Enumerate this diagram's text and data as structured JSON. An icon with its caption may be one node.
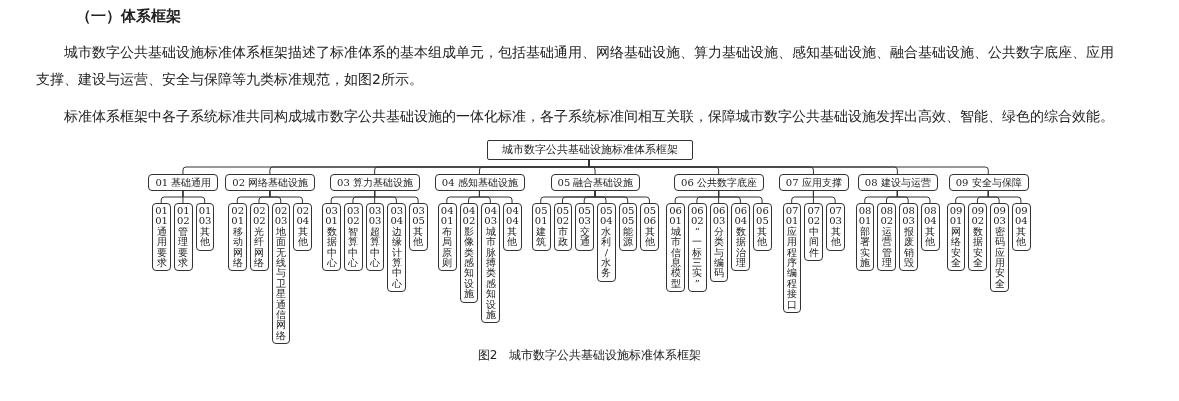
{
  "diagram": {
    "title": "（一）体系框架",
    "caption": "图2　城市数字公共基础设施标准体系框架",
    "labels": [
      "城市数字公共基础设施标准体系框架描述了标准体系的基本组成单元，包括基础通用、网络基础设施、算力基础设施、感知基础设施、融合基础设施、公共数字底座、应用支撑、建设与运营、安全与保障等九类标准规范，如图2所示。",
      "标准体系框架中各子系统标准共同构成城市数字公共基础设施的一体化标准，各子系统标准间相互关联，保障城市数字公共基础设施发挥出高效、智能、绿色的综合效能。"
    ],
    "nodes": [
      {
        "text": [
          "城市数字公共基础设施标准体系框架"
        ]
      },
      {
        "text": [
          "01 基础通用"
        ]
      },
      {
        "text": [
          "01 01 通用要求"
        ]
      },
      {
        "text": [
          "01 02 管理要求"
        ]
      },
      {
        "text": [
          "01 03 其他"
        ]
      },
      {
        "text": [
          "02 网络基础设施"
        ]
      },
      {
        "text": [
          "02 01 移动网络"
        ]
      },
      {
        "text": [
          "02 02 光纤网络"
        ]
      },
      {
        "text": [
          "02 03 地面无线与卫星通信网络"
        ]
      },
      {
        "text": [
          "02 04 其他"
        ]
      },
      {
        "text": [
          "03 算力基础设施"
        ]
      },
      {
        "text": [
          "03 01 数据中心"
        ]
      },
      {
        "text": [
          "03 02 智算中心"
        ]
      },
      {
        "text": [
          "03 03 超算中心"
        ]
      },
      {
        "text": [
          "03 04 边缘计算中心"
        ]
      },
      {
        "text": [
          "03 05 其他"
        ]
      },
      {
        "text": [
          "04 感知基础设施"
        ]
      },
      {
        "text": [
          "04 01 布局原则"
        ]
      },
      {
        "text": [
          "04 02 影像类感知设施"
        ]
      },
      {
        "text": [
          "04 03 城市脉搏类感知设施"
        ]
      },
      {
        "text": [
          "04 04 其他"
        ]
      },
      {
        "text": [
          "05 融合基础设施"
        ]
      },
      {
        "text": [
          "05 01 建筑"
        ]
      },
      {
        "text": [
          "05 02 市政"
        ]
      },
      {
        "text": [
          "05 03 交通"
        ]
      },
      {
        "text": [
          "05 04 水利/水务"
        ]
      },
      {
        "text": [
          "05 05 能源"
        ]
      },
      {
        "text": [
          "05 06 其他"
        ]
      },
      {
        "text": [
          "06 公共数字底座"
        ]
      },
      {
        "text": [
          "06 01 城市信息模型"
        ]
      },
      {
        "text": [
          "06 02 “一标三实”"
        ]
      },
      {
        "text": [
          "06 03 分类与编码"
        ]
      },
      {
        "text": [
          "06 04 数据治理"
        ]
      },
      {
        "text": [
          "06 05 其他"
        ]
      },
      {
        "text": [
          "07 应用支撑"
        ]
      },
      {
        "text": [
          "07 01 应用程序编程接口"
        ]
      },
      {
        "text": [
          "07 02 中间件"
        ]
      },
      {
        "text": [
          "07 03 其他"
        ]
      },
      {
        "text": [
          "08 建设与运营"
        ]
      },
      {
        "text": [
          "08 01 部署实施"
        ]
      },
      {
        "text": [
          "08 02 运营管理"
        ]
      },
      {
        "text": [
          "08 03 报废销毁"
        ]
      },
      {
        "text": [
          "08 04 其他"
        ]
      },
      {
        "text": [
          "09 安全与保障"
        ]
      },
      {
        "text": [
          "09 01 网络安全"
        ]
      },
      {
        "text": [
          "09 02 数据安全"
        ]
      },
      {
        "text": [
          "09 03 密码应用安全"
        ]
      },
      {
        "text": [
          "09 04 其他"
        ]
      }
    ],
    "edges": [
      {
        "from": 0,
        "to": 1,
        "arrow": "none"
      },
      {
        "from": 0,
        "to": 5,
        "arrow": "none"
      },
      {
        "from": 0,
        "to": 10,
        "arrow": "none"
      },
      {
        "from": 0,
        "to": 16,
        "arrow": "none"
      },
      {
        "from": 0,
        "to": 21,
        "arrow": "none"
      },
      {
        "from": 0,
        "to": 28,
        "arrow": "none"
      },
      {
        "from": 0,
        "to": 34,
        "arrow": "none"
      },
      {
        "from": 0,
        "to": 38,
        "arrow": "none"
      },
      {
        "from": 0,
        "to": 43,
        "arrow": "none"
      },
      {
        "from": 1,
        "to": 2,
        "arrow": "none"
      },
      {
        "from": 1,
        "to": 3,
        "arrow": "none"
      },
      {
        "from": 1,
        "to": 4,
        "arrow": "none"
      },
      {
        "from": 5,
        "to": 6,
        "arrow": "none"
      },
      {
        "from": 5,
        "to": 7,
        "arrow": "none"
      },
      {
        "from": 5,
        "to": 8,
        "arrow": "none"
      },
      {
        "from": 5,
        "to": 9,
        "arrow": "none"
      },
      {
        "from": 10,
        "to": 11,
        "arrow": "none"
      },
      {
        "from": 10,
        "to": 12,
        "arrow": "none"
      },
      {
        "from": 10,
        "to": 13,
        "arrow": "none"
      },
      {
        "from": 10,
        "to": 14,
        "arrow": "none"
      },
      {
        "from": 10,
        "to": 15,
        "arrow": "none"
      },
      {
        "from": 16,
        "to": 17,
        "arrow": "none"
      },
      {
        "from": 16,
        "to": 18,
        "arrow": "none"
      },
      {
        "from": 16,
        "to": 19,
        "arrow": "none"
      },
      {
        "from": 16,
        "to": 20,
        "arrow": "none"
      },
      {
        "from": 21,
        "to": 22,
        "arrow": "none"
      },
      {
        "from": 21,
        "to": 23,
        "arrow": "none"
      },
      {
        "from": 21,
        "to": 24,
        "arrow": "none"
      },
      {
        "from": 21,
        "to": 25,
        "arrow": "none"
      },
      {
        "from": 21,
        "to": 26,
        "arrow": "none"
      },
      {
        "from": 21,
        "to": 27,
        "arrow": "none"
      },
      {
        "from": 28,
        "to": 29,
        "arrow": "none"
      },
      {
        "from": 28,
        "to": 30,
        "arrow": "none"
      },
      {
        "from": 28,
        "to": 31,
        "arrow": "none"
      },
      {
        "from": 28,
        "to": 32,
        "arrow": "none"
      },
      {
        "from": 28,
        "to": 33,
        "arrow": "none"
      },
      {
        "from": 34,
        "to": 35,
        "arrow": "none"
      },
      {
        "from": 34,
        "to": 36,
        "arrow": "none"
      },
      {
        "from": 34,
        "to": 37,
        "arrow": "none"
      },
      {
        "from": 38,
        "to": 39,
        "arrow": "none"
      },
      {
        "from": 38,
        "to": 40,
        "arrow": "none"
      },
      {
        "from": 38,
        "to": 41,
        "arrow": "none"
      },
      {
        "from": 38,
        "to": 42,
        "arrow": "none"
      },
      {
        "from": 43,
        "to": 44,
        "arrow": "none"
      },
      {
        "from": 43,
        "to": 45,
        "arrow": "none"
      },
      {
        "from": 43,
        "to": 46,
        "arrow": "none"
      },
      {
        "from": 43,
        "to": 47,
        "arrow": "none"
      }
    ]
  }
}
